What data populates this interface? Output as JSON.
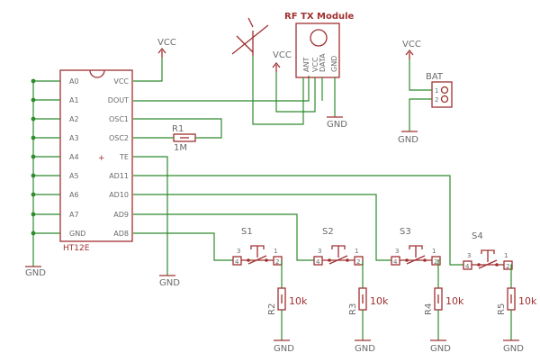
{
  "ic": {
    "name": "HT12E",
    "pins_left": [
      "A0",
      "A1",
      "A2",
      "A3",
      "A4",
      "A5",
      "A6",
      "A7",
      "GND"
    ],
    "pins_right": [
      "VCC",
      "DOUT",
      "OSC1",
      "OSC2",
      "TE",
      "AD11",
      "AD10",
      "AD9",
      "AD8"
    ]
  },
  "labels": {
    "vcc": "VCC",
    "gnd": "GND",
    "rf_title": "RF TX Module",
    "rf_pins": [
      "ANT",
      "VCC",
      "DATA",
      "GND"
    ],
    "bat": "BAT",
    "bat_pins": [
      "1",
      "2"
    ],
    "r1_name": "R1",
    "r1_value": "1M",
    "switch_pin_a": "3",
    "switch_pin_b": "1",
    "switch_pin_c": "4",
    "switch_pin_d": "2"
  },
  "switches": [
    {
      "name": "S1"
    },
    {
      "name": "S2"
    },
    {
      "name": "S3"
    },
    {
      "name": "S4"
    }
  ],
  "resistors": [
    {
      "name": "R2",
      "value": "10k"
    },
    {
      "name": "R3",
      "value": "10k"
    },
    {
      "name": "R4",
      "value": "10k"
    },
    {
      "name": "R5",
      "value": "10k"
    }
  ],
  "colors": {
    "wire": "#2e8b2e",
    "part": "#a03030",
    "label": "#6a6a6a"
  }
}
